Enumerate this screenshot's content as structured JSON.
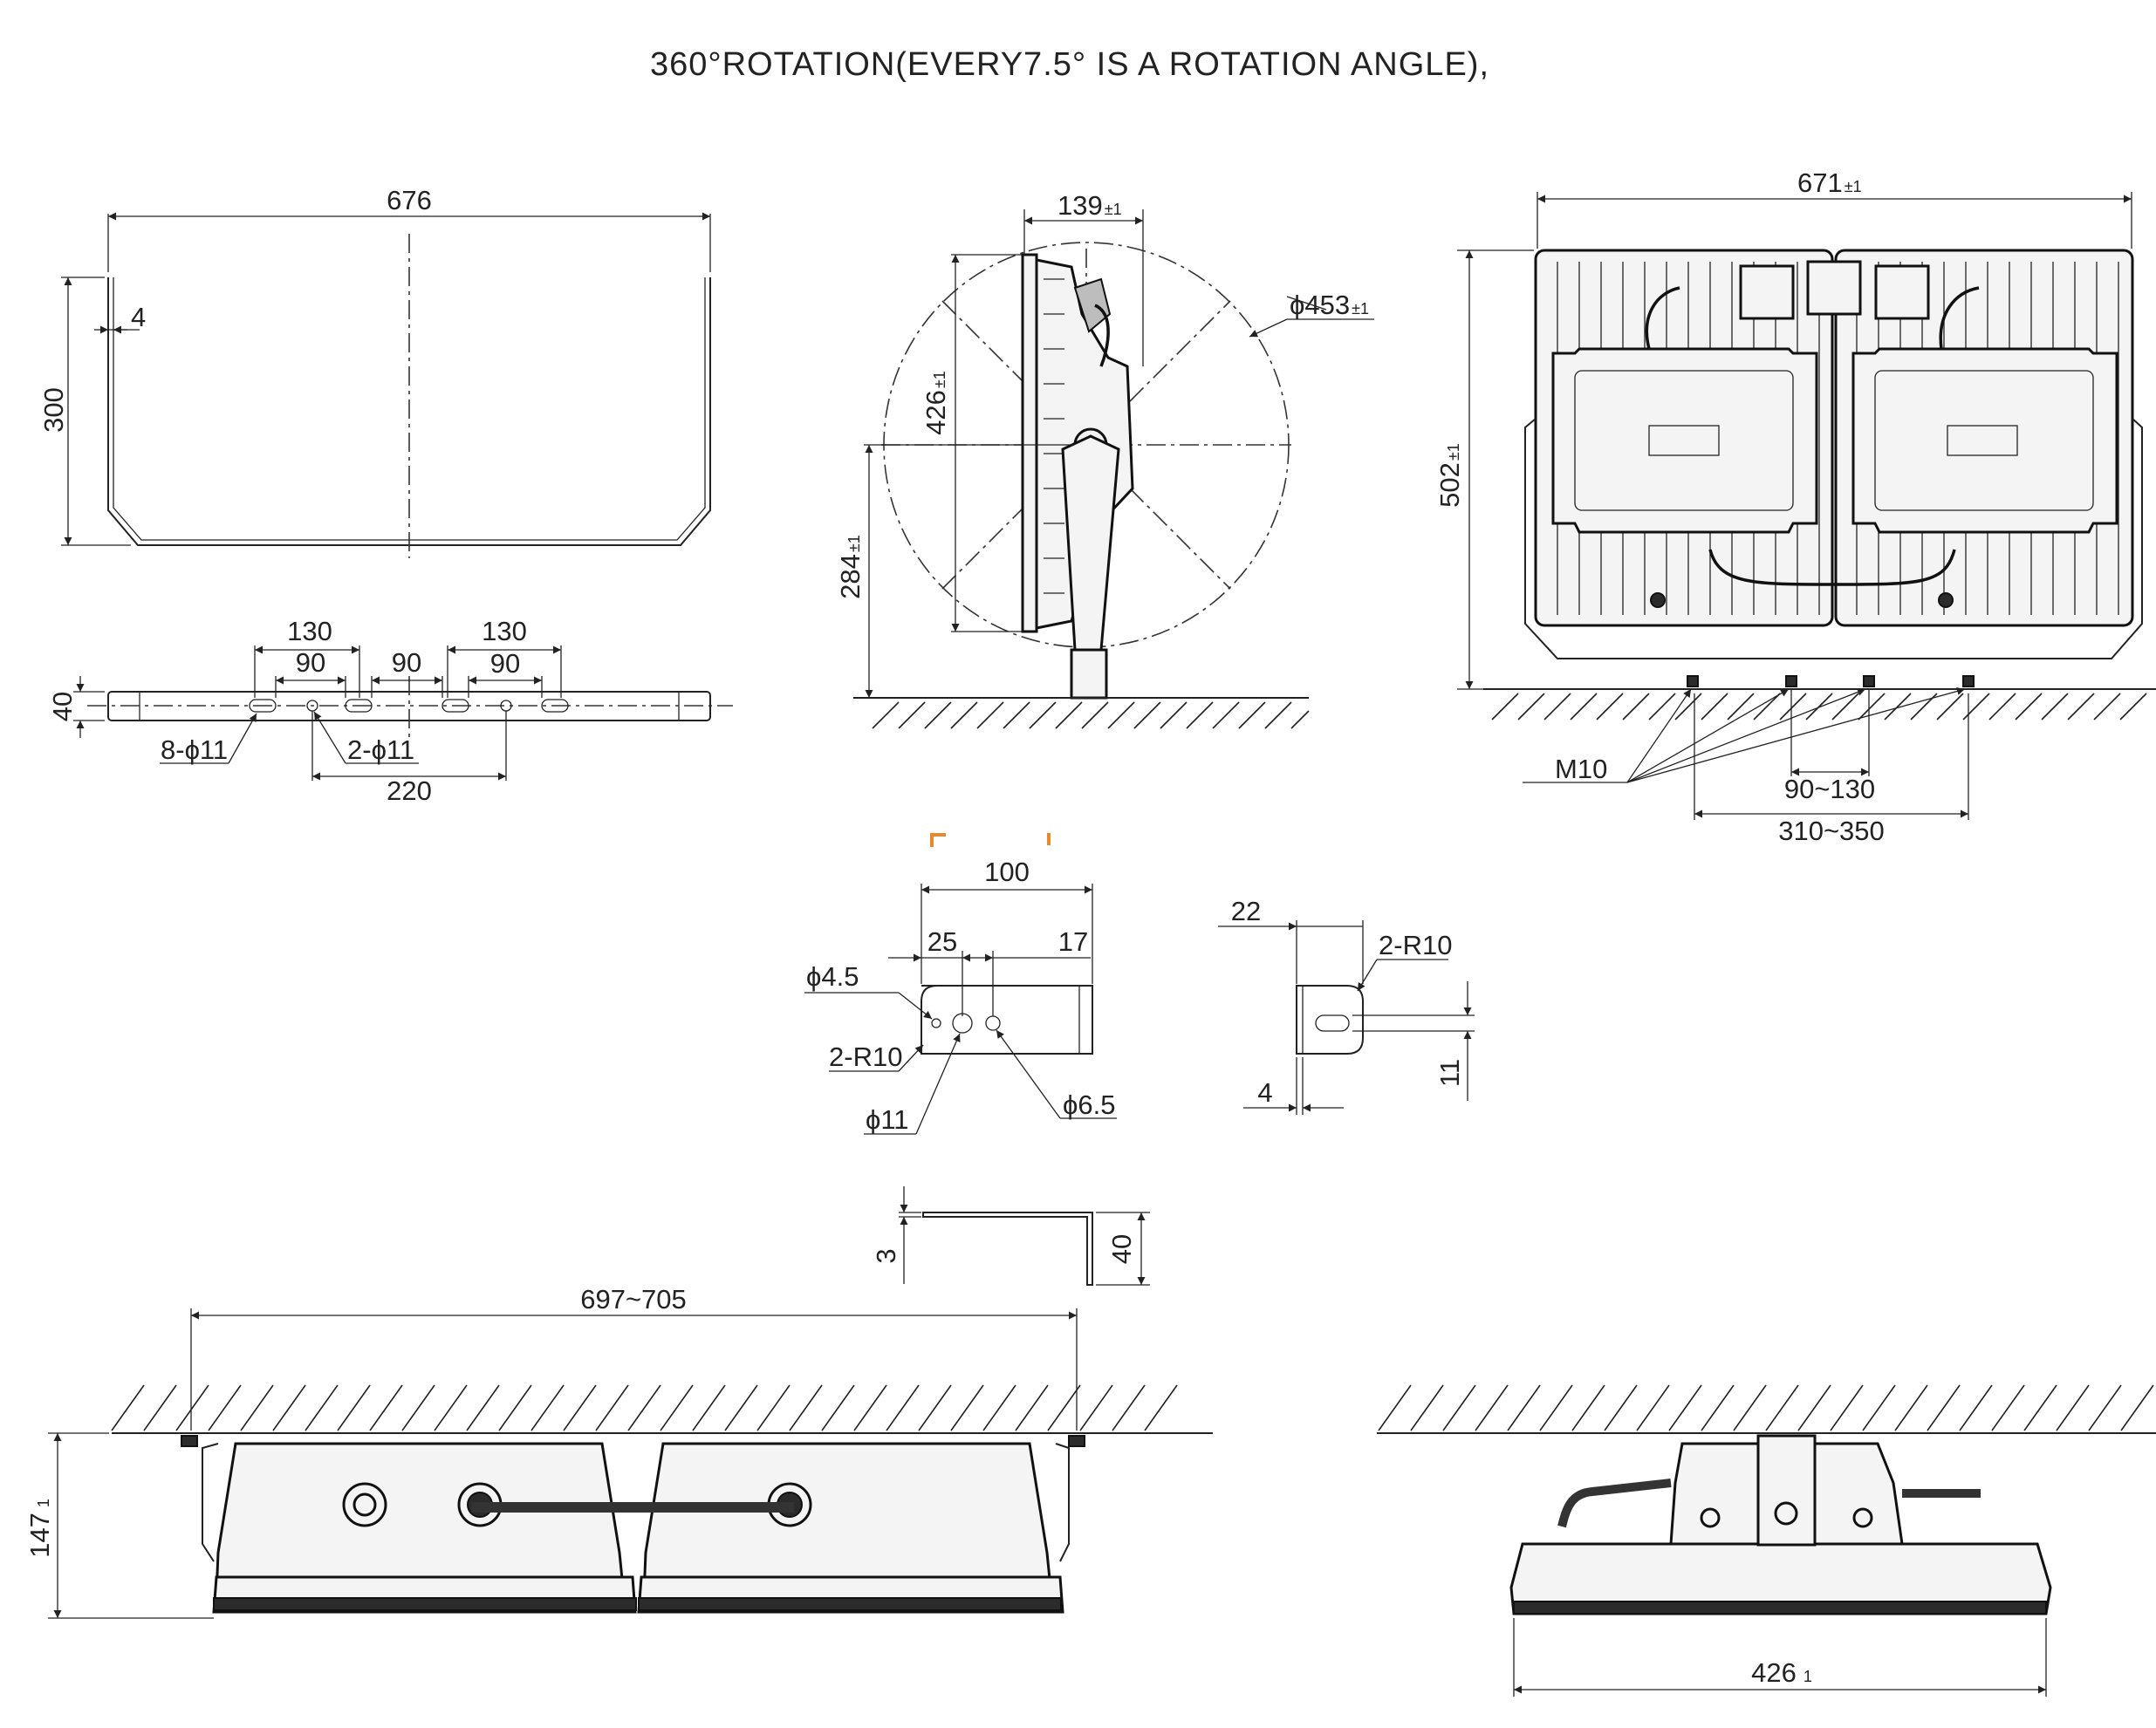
{
  "title": "360°ROTATION(EVERY7.5°  IS  A  ROTATION  ANGLE),",
  "bracket_top": {
    "width": "676",
    "height": "300",
    "thickness": "4"
  },
  "bracket_holes": {
    "height": "40",
    "pitch_left": "130",
    "pitch_right": "130",
    "slot_left": "90",
    "slot_mid": "90",
    "slot_right": "90",
    "holes_8": "8-ϕ11",
    "holes_2": "2-ϕ11",
    "span": "220"
  },
  "side_view": {
    "depth": "139",
    "diameter": "ϕ453",
    "height": "426",
    "pivot_height": "284",
    "tol": "±1"
  },
  "front_view": {
    "width": "671",
    "height": "502",
    "tol": "±1",
    "bolt": "M10",
    "range_small": "90~130",
    "range_large": "310~350"
  },
  "plate": {
    "length": "100",
    "offset_a": "25",
    "offset_b": "17",
    "hole_a": "ϕ4.5",
    "radius": "2-R10",
    "hole_b": "ϕ11",
    "hole_c": "ϕ6.5"
  },
  "plate_side": {
    "width": "22",
    "radius": "2-R10",
    "thickness": "4",
    "slot": "11"
  },
  "plate_profile": {
    "thickness": "3",
    "height": "40"
  },
  "ceiling_side": {
    "span": "697~705",
    "height": "147",
    "tol": "1"
  },
  "ceiling_end": {
    "width": "426",
    "tol": "1"
  }
}
